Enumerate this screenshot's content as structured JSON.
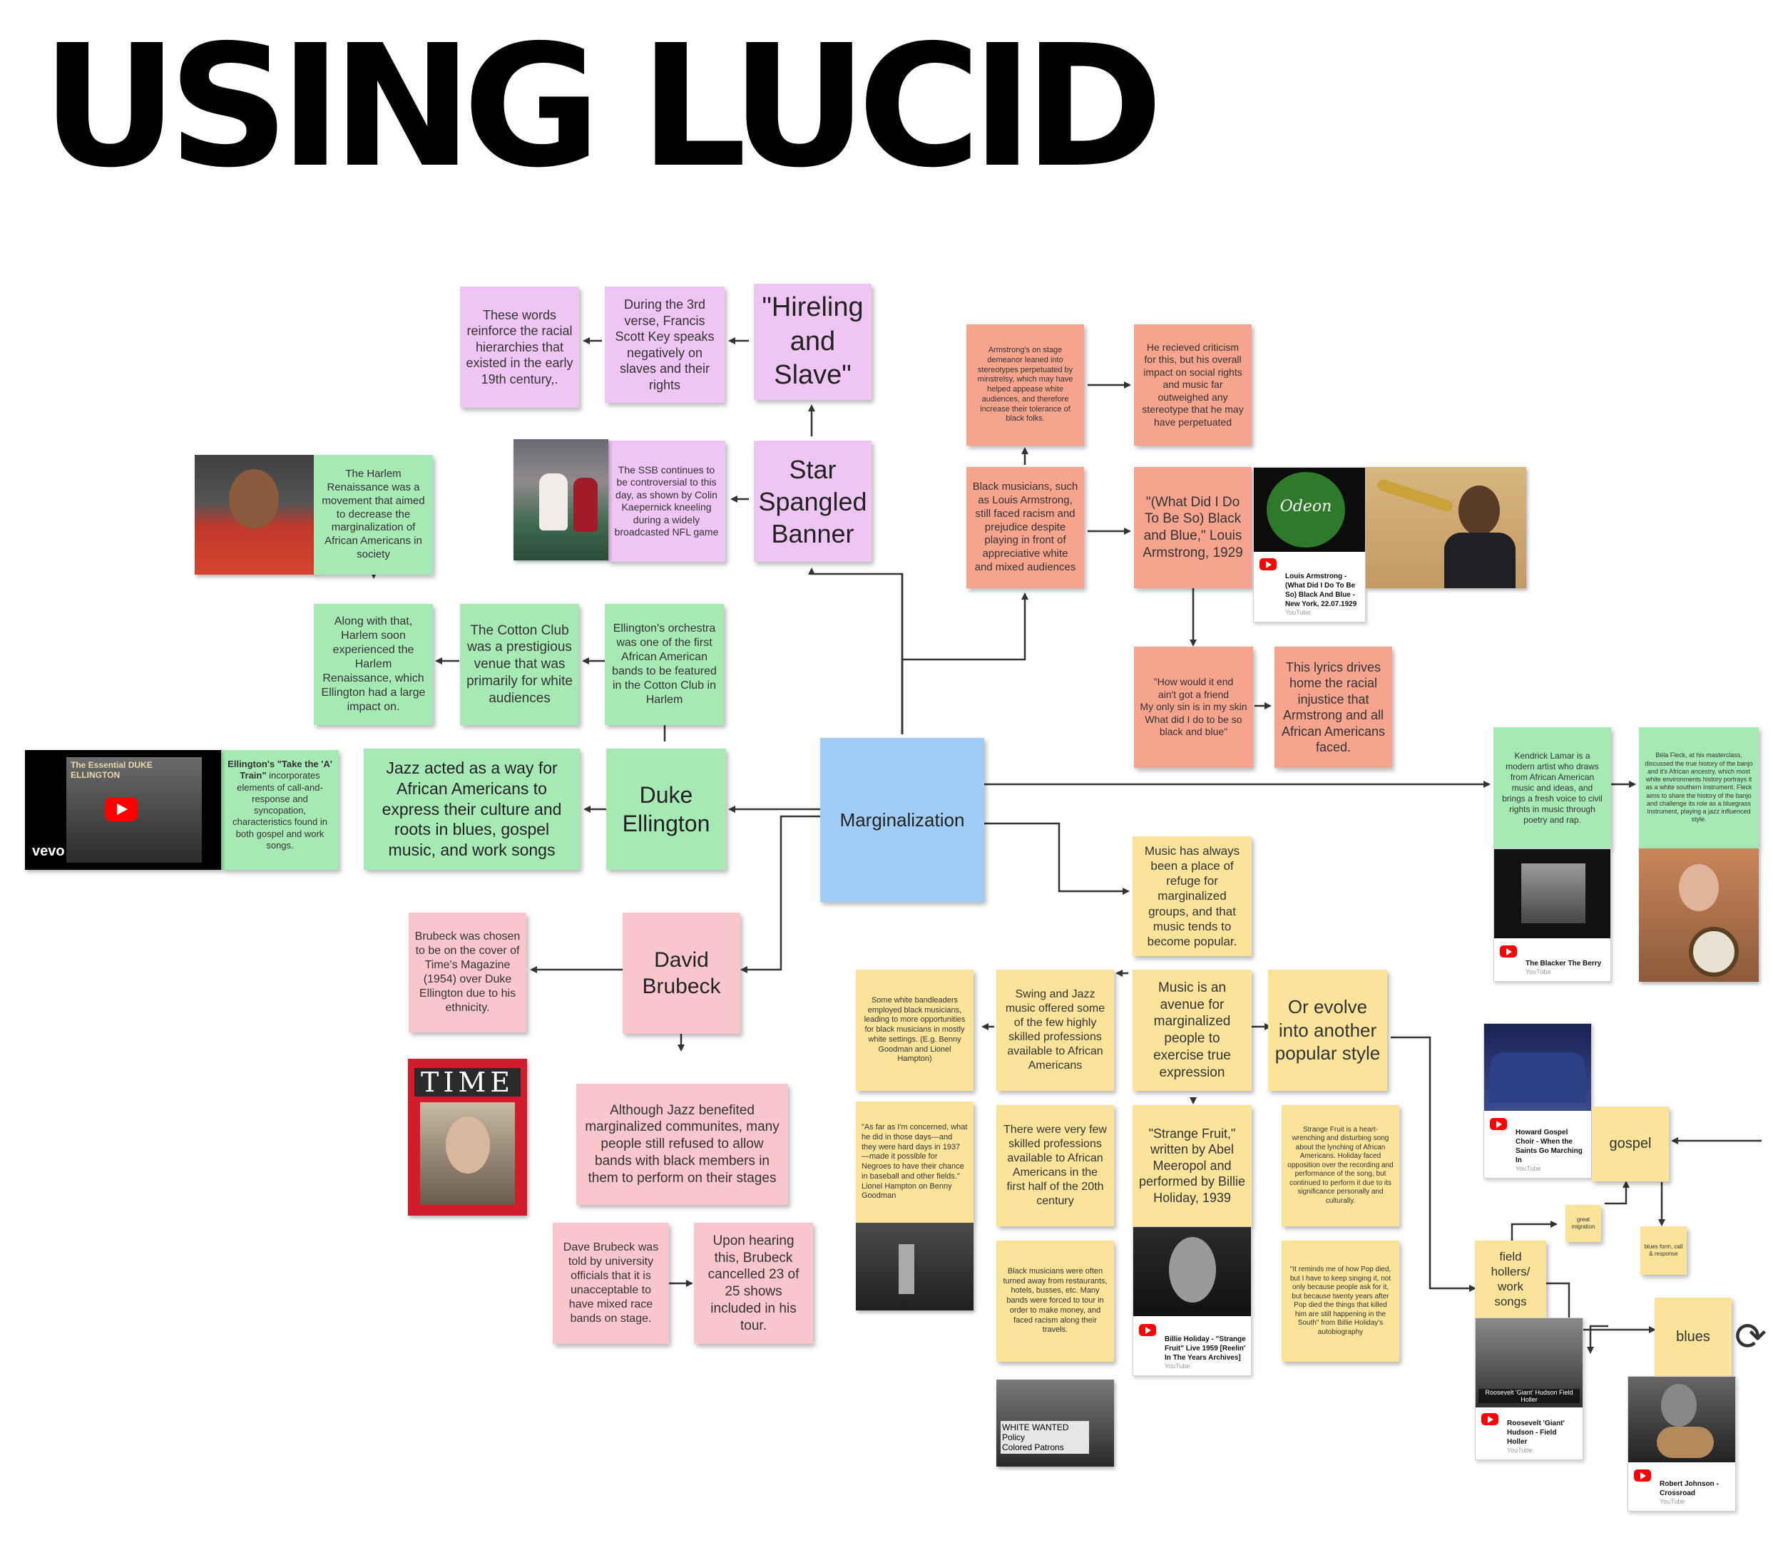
{
  "title": "USING LUCID",
  "colors": {
    "purple": "#efc6f3",
    "green": "#a7e9b4",
    "salmon": "#f7a48e",
    "pink": "#f8c6cb",
    "yellow": "#fbe49a",
    "blue": "#9fcdf5",
    "connector": "#333333"
  },
  "central": "Marginalization",
  "nodes": {
    "ssb": "Star\nSpangled\nBanner",
    "hireling": "\"Hireling\nand\nSlave\"",
    "third_verse": "During the 3rd verse, Francis Scott Key speaks negatively on slaves and their rights",
    "these_words": "These words reinforce the racial hierarchies that existed in the early 19th century,.",
    "ssb_controversial": "The SSB continues to be controversial to this day, as shown by Colin Kaepernick kneeling during a widely broadcasted NFL game",
    "harlem_ren": "The Harlem Renaissance was a movement that aimed to decrease the marginalization of African Americans in society",
    "along_with": "Along with that, Harlem soon experienced the Harlem Renaissance, which Ellington had a large impact on.",
    "cotton_club": "The Cotton Club was a prestigious venue that was primarily for white audiences",
    "orchestra": "Ellington's orchestra was one of the first African American bands to be featured in the Cotton Club in Harlem",
    "duke": "Duke\nEllington",
    "jazz_acted": "Jazz acted as a way for African Americans to express their culture and roots in blues, gospel music, and work songs",
    "a_train_bold": "Ellington's \"Take the 'A' Train\"",
    "a_train_rest": " incorporates elements of call-and-response and syncopation, characteristics found in both gospel and work songs.",
    "armstrong_stage": "Armstrong's on stage demeanor leaned into stereotypes perpetuated by minstrelsy, which may have helped appease white audiences, and therefore increase their tolerance of black folks.",
    "criticism": "He recieved criticism for this, but his overall impact on social rights and music far outweighed any stereotype that he may have perpetuated",
    "black_musicians": "Black musicians, such as Louis Armstrong, still faced racism and prejudice despite playing in front of appreciative white and mixed audiences",
    "what_did_i_do": "\"(What Did I Do To Be So) Black and Blue,\" Louis Armstrong, 1929",
    "how_would": "\"How would it end\nain't got a friend\nMy only sin is in my skin\nWhat did I do to be so black and blue\"",
    "lyrics_drives": "This lyrics drives home the racial injustice that Armstrong and all African Americans faced.",
    "kendrick": "Kendrick Lamar is a modern artist who draws from African American music and ideas, and brings a fresh voice to civil rights in music through poetry and rap.",
    "bela": "Béla Fleck, at his masterclass, discussed the true history of the banjo and it's African ancestry, which most white environments history portrays it as a white southern instrument. Fleck aims to share the history of the banjo and challenge its role as a bluegrass instrument, playing a jazz influenced style.",
    "music_refuge": "Music has always been a place of refuge for marginalized groups, and that music tends to become popular.",
    "brubeck": "David\nBrubeck",
    "brubeck_time": "Brubeck was chosen to be on the cover of Time's Magazine (1954) over Duke Ellington due to his ethnicity.",
    "although_jazz": "Although Jazz benefited marginalized communites, many people still refused to allow bands with black members in them to perform on their stages",
    "dave_told": "Dave Brubeck was told by university officials that it is unacceptable to have mixed race bands on stage.",
    "upon_hearing": "Upon hearing this, Brubeck cancelled 23 of 25 shows included in his tour.",
    "white_bandleaders": "Some white bandleaders employed black musicians, leading to more opportunities for black musicians in mostly white settings. (E.g. Benny Goodman and Lionel Hampton)",
    "swing_jazz": "Swing and Jazz music offered some of the few highly skilled professions available to African Americans",
    "avenue": "Music is an avenue for marginalized people to exercise true expression",
    "evolve": "Or evolve into another popular style",
    "hampton_quote": "\"As far as I'm concerned, what he did in those days—and they were hard days in 1937—made it possible for Negroes to have their chance in baseball and other fields.\"\nLionel Hampton on Benny Goodman",
    "few_skilled": "There were very few skilled professions available to African Americans in the first half of the 20th century",
    "strange_fruit": "\"Strange Fruit,\" written by Abel Meeropol and performed by Billie Holiday, 1939",
    "strange_fruit_desc": "Strange Fruit is a heart-wrenching and disturbing song about the lynching of African Americans. Holiday faced opposition over the recording and performance of the song, but continued to perform it due to its significance personally and culturally.",
    "turned_away": "Black musicians were often turned away from restaurants, hotels, busses, etc. Many bands were forced to tour in order to make money, and faced racism along their travels.",
    "pop_died": "\"It reminds me of how Pop died, but I have to keep singing it, not only because people ask for it, but because twenty years after Pop died the things that killed him are still happening in the South\" from Billie Holiday's autobiography",
    "gospel": "gospel",
    "field_hollers": "field\nhollers/\nwork songs",
    "blues": "blues",
    "great_migration": "great migration",
    "blues_form": "blues form, call & response"
  },
  "media": {
    "armstrong_card": {
      "title": "Louis Armstrong - (What Did I Do To Be So) Black And Blue - New York, 22.07.1929",
      "source": "YouTube",
      "label_text": "Odeon"
    },
    "kendrick_card": {
      "title": "The Blacker The Berry",
      "source": "YouTube"
    },
    "gospel_card": {
      "title": "Howard Gospel Choir - When the Saints Go Marching In",
      "source": "YouTube"
    },
    "field_card": {
      "title": "Roosevelt 'Giant' Hudson - Field Holler",
      "source": "YouTube",
      "overlay_text": "Roosevelt 'Giant' Hudson Field Holler"
    },
    "robert_card": {
      "title": "Robert Johnson - Crossroad",
      "source": "YouTube"
    },
    "billie_card": {
      "title": "Billie Holiday - \"Strange Fruit\" Live 1959 [Reelin' In The Years Archives]",
      "source": "YouTube"
    },
    "ellington_video": {
      "banner": "The Essential DUKE ELLINGTON",
      "brand": "vevo"
    },
    "time_cover": {
      "masthead": "TIME"
    },
    "sign_photo": {
      "sign_text": "WHITE WANTED\nPolicy\nColored Patrons"
    }
  }
}
